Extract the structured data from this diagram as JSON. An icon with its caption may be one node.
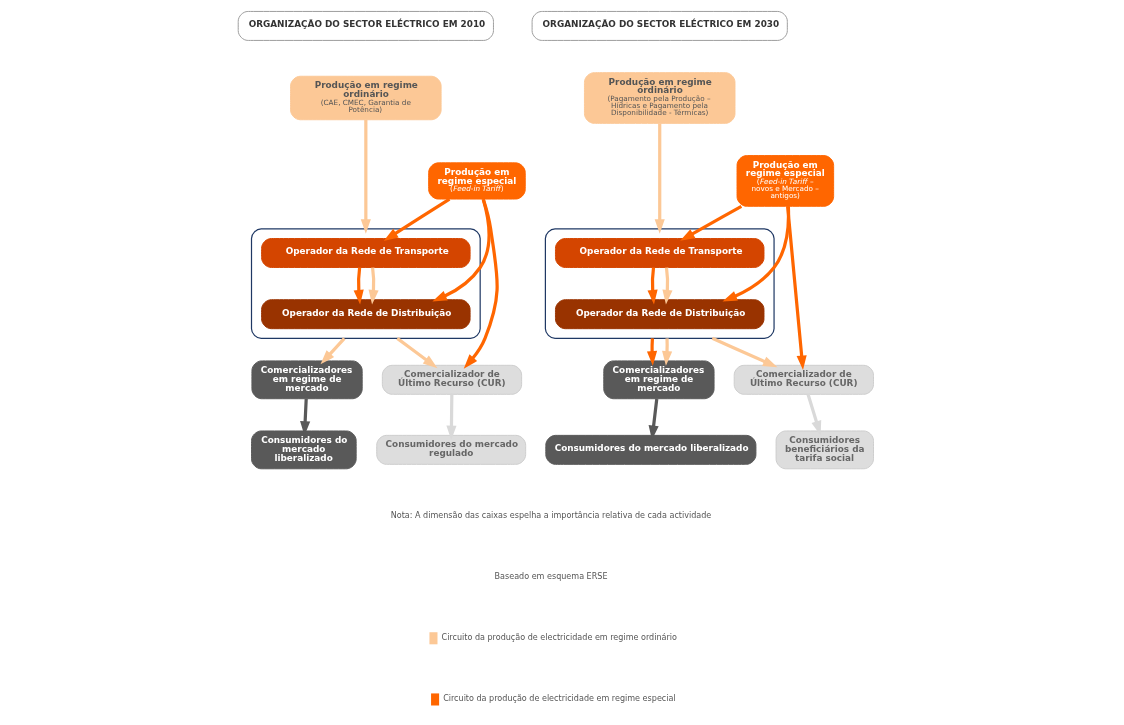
{
  "diagram": {
    "nodes": [
      {
        "text": [
          "ORGANIZAÇÃO DO SECTOR ELÉCTRICO EM 2010"
        ]
      },
      {
        "text": [
          "Produção em regime ordinário",
          "(CAE, CMEC, Garantia de Potência)"
        ]
      },
      {
        "text": [],
        "shape": "box"
      },
      {
        "text": [
          "Operador da Rede de Transporte"
        ],
        "in": 2
      },
      {
        "text": [
          "Operador da Rede de Distribuição"
        ],
        "in": 2
      },
      {
        "text": [
          "Produção em regime especial",
          "(*Feed-in Tariff*)"
        ]
      },
      {
        "text": [
          "Comercializador de Último Recurso (CUR)"
        ]
      },
      {
        "text": [
          "Comercializadores em regime de mercado"
        ]
      },
      {
        "text": [
          "Consumidores do mercado regulado"
        ]
      },
      {
        "text": [
          "Consumidores do mercado liberalizado"
        ]
      },
      {
        "text": [
          "ORGANIZAÇÃO DO SECTOR ELÉCTRICO EM 2030"
        ]
      },
      {
        "text": [
          "Produção em regime ordinário",
          "(Pagamento pela Produção – Hídricas e Pagamento pela Disponibilidade - Térmicas)"
        ]
      },
      {
        "text": [],
        "shape": "box"
      },
      {
        "text": [
          "Operador da Rede de Transporte"
        ],
        "in": 12
      },
      {
        "text": [
          "Operador da Rede de Distribuição"
        ],
        "in": 12
      },
      {
        "text": [
          "Produção em regime especial",
          "(*Feed-in Tariff* – novos e Mercado – antigos)"
        ]
      },
      {
        "text": [
          "Comercializador de Último Recurso (CUR)"
        ]
      },
      {
        "text": [
          "Comercializadores em regime de mercado"
        ]
      },
      {
        "text": [
          "Consumidores beneficiários da tarifa social"
        ]
      },
      {
        "text": [
          "Consumidores do mercado liberalizado"
        ]
      }
    ],
    "edges": [
      {
        "from": 1,
        "to": 2,
        "arrow": "to",
        "color": "#fcc896"
      },
      {
        "from": 5,
        "to": 3,
        "arrow": "to",
        "color": "#ff6600"
      },
      {
        "from": 5,
        "to": 4,
        "arrow": "to",
        "color": "#ff6600"
      },
      {
        "from": 3,
        "to": 4,
        "arrow": "to",
        "color": "#ff6600"
      },
      {
        "from": 3,
        "to": 4,
        "arrow": "to",
        "color": "#fcc896"
      },
      {
        "from": 5,
        "to": 6,
        "arrow": "to",
        "color": "#ff6600"
      },
      {
        "from": 2,
        "to": 6,
        "arrow": "to",
        "color": "#fcc896"
      },
      {
        "from": 2,
        "to": 7,
        "arrow": "to",
        "color": "#fcc896"
      },
      {
        "from": 6,
        "to": 8,
        "arrow": "to",
        "color": "#d9d9d9"
      },
      {
        "from": 7,
        "to": 9,
        "arrow": "to",
        "color": "#595959"
      },
      {
        "from": 11,
        "to": 12,
        "arrow": "to",
        "color": "#fcc896"
      },
      {
        "from": 15,
        "to": 13,
        "arrow": "to",
        "color": "#ff6600"
      },
      {
        "from": 15,
        "to": 14,
        "arrow": "to",
        "color": "#ff6600"
      },
      {
        "from": 13,
        "to": 14,
        "arrow": "to",
        "color": "#ff6600"
      },
      {
        "from": 13,
        "to": 14,
        "arrow": "to",
        "color": "#fcc896"
      },
      {
        "from": 15,
        "to": 16,
        "arrow": "to",
        "color": "#ff6600"
      },
      {
        "from": 12,
        "to": 16,
        "arrow": "to",
        "color": "#fcc896"
      },
      {
        "from": 12,
        "to": 17,
        "arrow": "to",
        "color": "#ff6600"
      },
      {
        "from": 12,
        "to": 17,
        "arrow": "to",
        "color": "#fcc896"
      },
      {
        "from": 16,
        "to": 18,
        "arrow": "to",
        "color": "#d9d9d9"
      },
      {
        "from": 17,
        "to": 19,
        "arrow": "to",
        "color": "#595959"
      }
    ],
    "labels": [
      "Nota: A dimensão das caixas espelha a importância relativa de cada actividade",
      "Baseado em esquema ERSE"
    ],
    "legend": [
      {
        "text": "Circuito da produção de electricidade em regime ordinário",
        "color": "#fcc896"
      },
      {
        "text": "Circuito da produção de electricidade em regime especial",
        "color": "#ff6600"
      }
    ]
  }
}
